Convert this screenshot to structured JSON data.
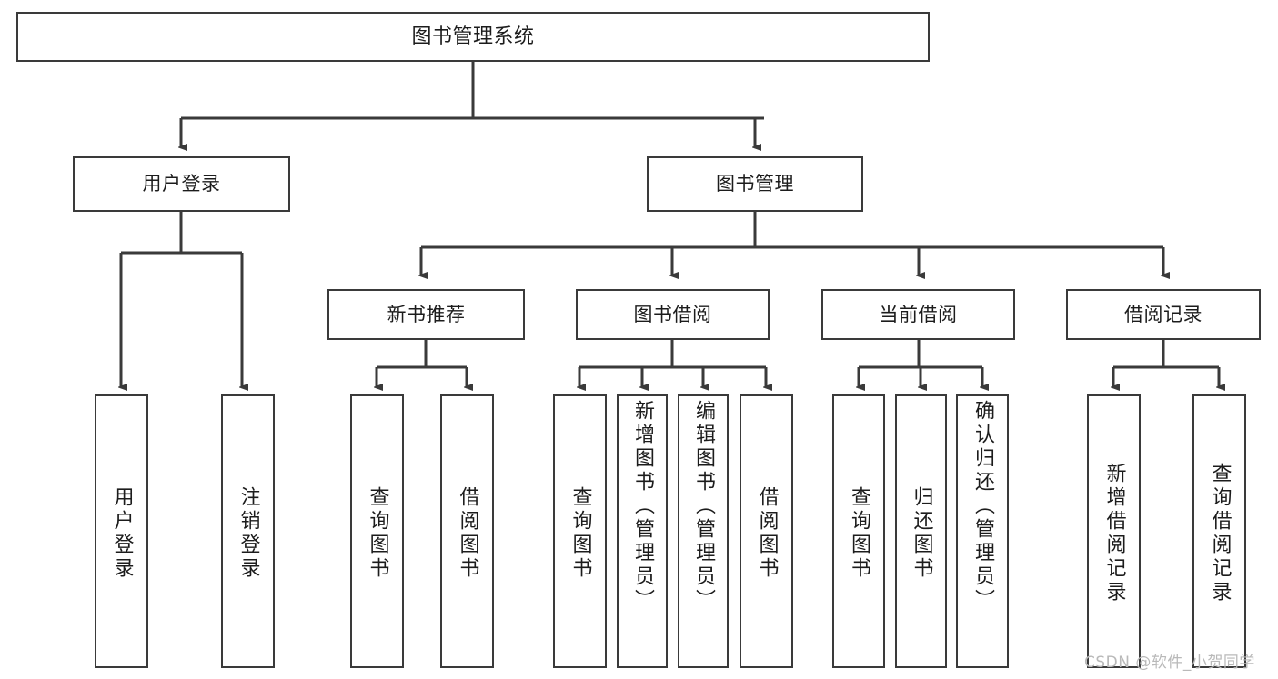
{
  "diagram": {
    "title": "图书管理系统",
    "type": "tree-hierarchy",
    "stroke_color": "#3a3a3a",
    "background_color": "#ffffff",
    "watermark": "CSDN @软件_小贺同学"
  },
  "nodes": {
    "root": {
      "label": "图书管理系统"
    },
    "level1": [
      {
        "label": "用户登录"
      },
      {
        "label": "图书管理"
      }
    ],
    "level2": [
      {
        "label": "新书推荐"
      },
      {
        "label": "图书借阅"
      },
      {
        "label": "当前借阅"
      },
      {
        "label": "借阅记录"
      }
    ],
    "leaves": {
      "user_login": [
        {
          "label": "用户登录"
        },
        {
          "label": "注销登录"
        }
      ],
      "new_book_recommend": [
        {
          "label": "查询图书"
        },
        {
          "label": "借阅图书"
        }
      ],
      "book_borrow": [
        {
          "label": "查询图书"
        },
        {
          "label": "新增图书（管理员）"
        },
        {
          "label": "编辑图书（管理员）"
        },
        {
          "label": "借阅图书"
        }
      ],
      "current_borrow": [
        {
          "label": "查询图书"
        },
        {
          "label": "归还图书"
        },
        {
          "label": "确认归还（管理员）"
        }
      ],
      "borrow_record": [
        {
          "label": "新增借阅记录"
        },
        {
          "label": "查询借阅记录"
        }
      ]
    }
  }
}
